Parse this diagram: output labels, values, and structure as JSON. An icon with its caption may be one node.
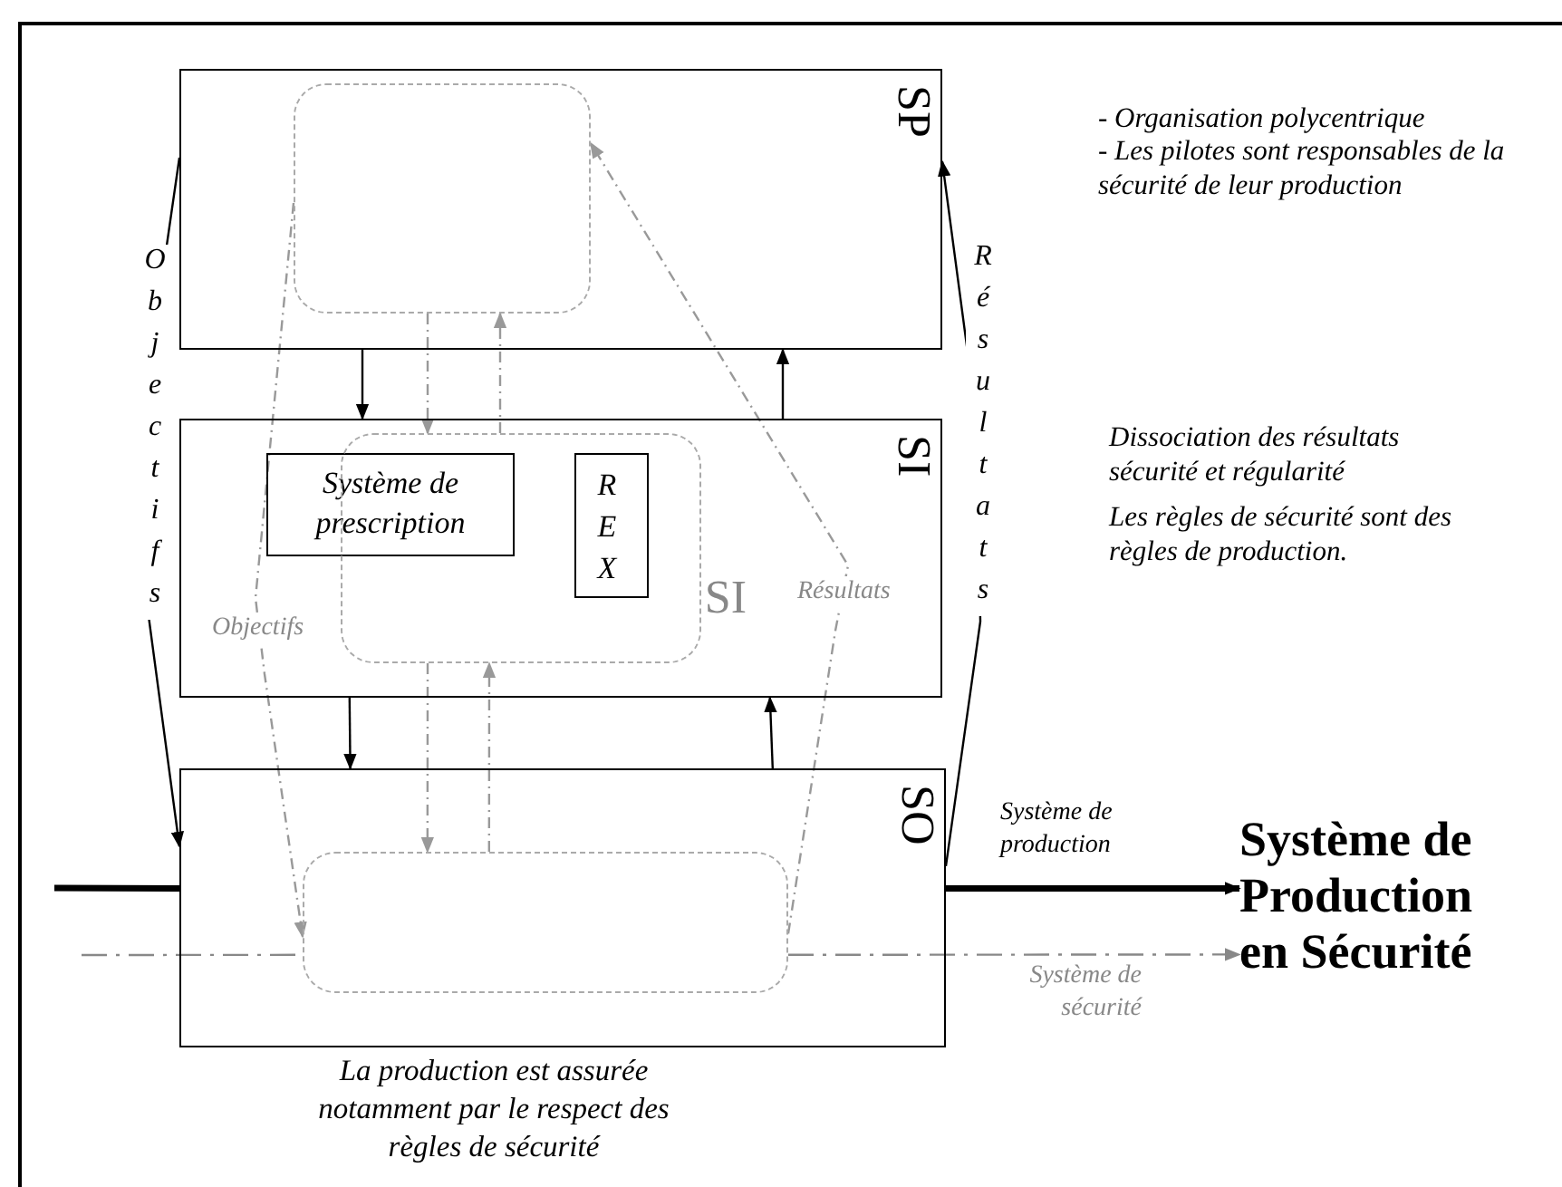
{
  "diagram": {
    "nodes": [
      {
        "text": [
          "SP"
        ]
      },
      {
        "text": [],
        "shape": "box",
        "in": 0
      },
      {
        "text": [
          "SI"
        ]
      },
      {
        "text": [
          "Système de prescription"
        ],
        "in": 2
      },
      {
        "text": [
          "SI"
        ],
        "in": 2
      },
      {
        "text": [
          "R E X"
        ],
        "in": 4
      },
      {
        "text": [
          "SO"
        ]
      },
      {
        "text": [],
        "shape": "box",
        "in": 6
      },
      {
        "text": [
          "Système de Production en Sécurité"
        ]
      }
    ],
    "edges": [
      {
        "from": 0,
        "to": 2,
        "arrow": "to"
      },
      {
        "from": 2,
        "to": 0,
        "arrow": "to"
      },
      {
        "from": 1,
        "to": 4,
        "arrow": "to",
        "style": "dashed",
        "color": "#999999"
      },
      {
        "from": 4,
        "to": 1,
        "arrow": "to",
        "style": "dashed",
        "color": "#999999"
      },
      {
        "from": 2,
        "to": 6,
        "arrow": "to"
      },
      {
        "from": 6,
        "to": 2,
        "arrow": "to"
      },
      {
        "from": 4,
        "to": 7,
        "arrow": "to",
        "style": "dashed",
        "color": "#999999"
      },
      {
        "from": 7,
        "to": 4,
        "arrow": "to",
        "style": "dashed",
        "color": "#999999"
      },
      {
        "from": 0,
        "to": 6,
        "arrow": "to",
        "label": "Objectifs"
      },
      {
        "from": 6,
        "to": 0,
        "arrow": "to",
        "label": "Résultats"
      },
      {
        "from": 1,
        "to": 7,
        "arrow": "to",
        "label": "Objectifs",
        "style": "dashed",
        "color": "#999999"
      },
      {
        "from": 7,
        "to": 1,
        "arrow": "to",
        "label": "Résultats",
        "style": "dashed",
        "color": "#999999"
      },
      {
        "from": null,
        "to": 6,
        "arrow": "none",
        "style": "thick"
      },
      {
        "from": 6,
        "to": 8,
        "arrow": "to",
        "label": "Système de production",
        "style": "thick"
      },
      {
        "from": null,
        "to": 7,
        "arrow": "none",
        "style": "dashed",
        "color": "#888888"
      },
      {
        "from": 7,
        "to": 8,
        "arrow": "to",
        "label": "Système de sécurité",
        "style": "dashed",
        "color": "#888888"
      }
    ],
    "labels": [
      "- Organisation polycentrique",
      "- Les pilotes sont responsables de la sécurité de leur production",
      "Dissociation des résultats sécurité et régularité",
      "Les règles de sécurité sont des règles de production.",
      "La production est assurée notamment par le respect des règles de sécurité"
    ]
  }
}
